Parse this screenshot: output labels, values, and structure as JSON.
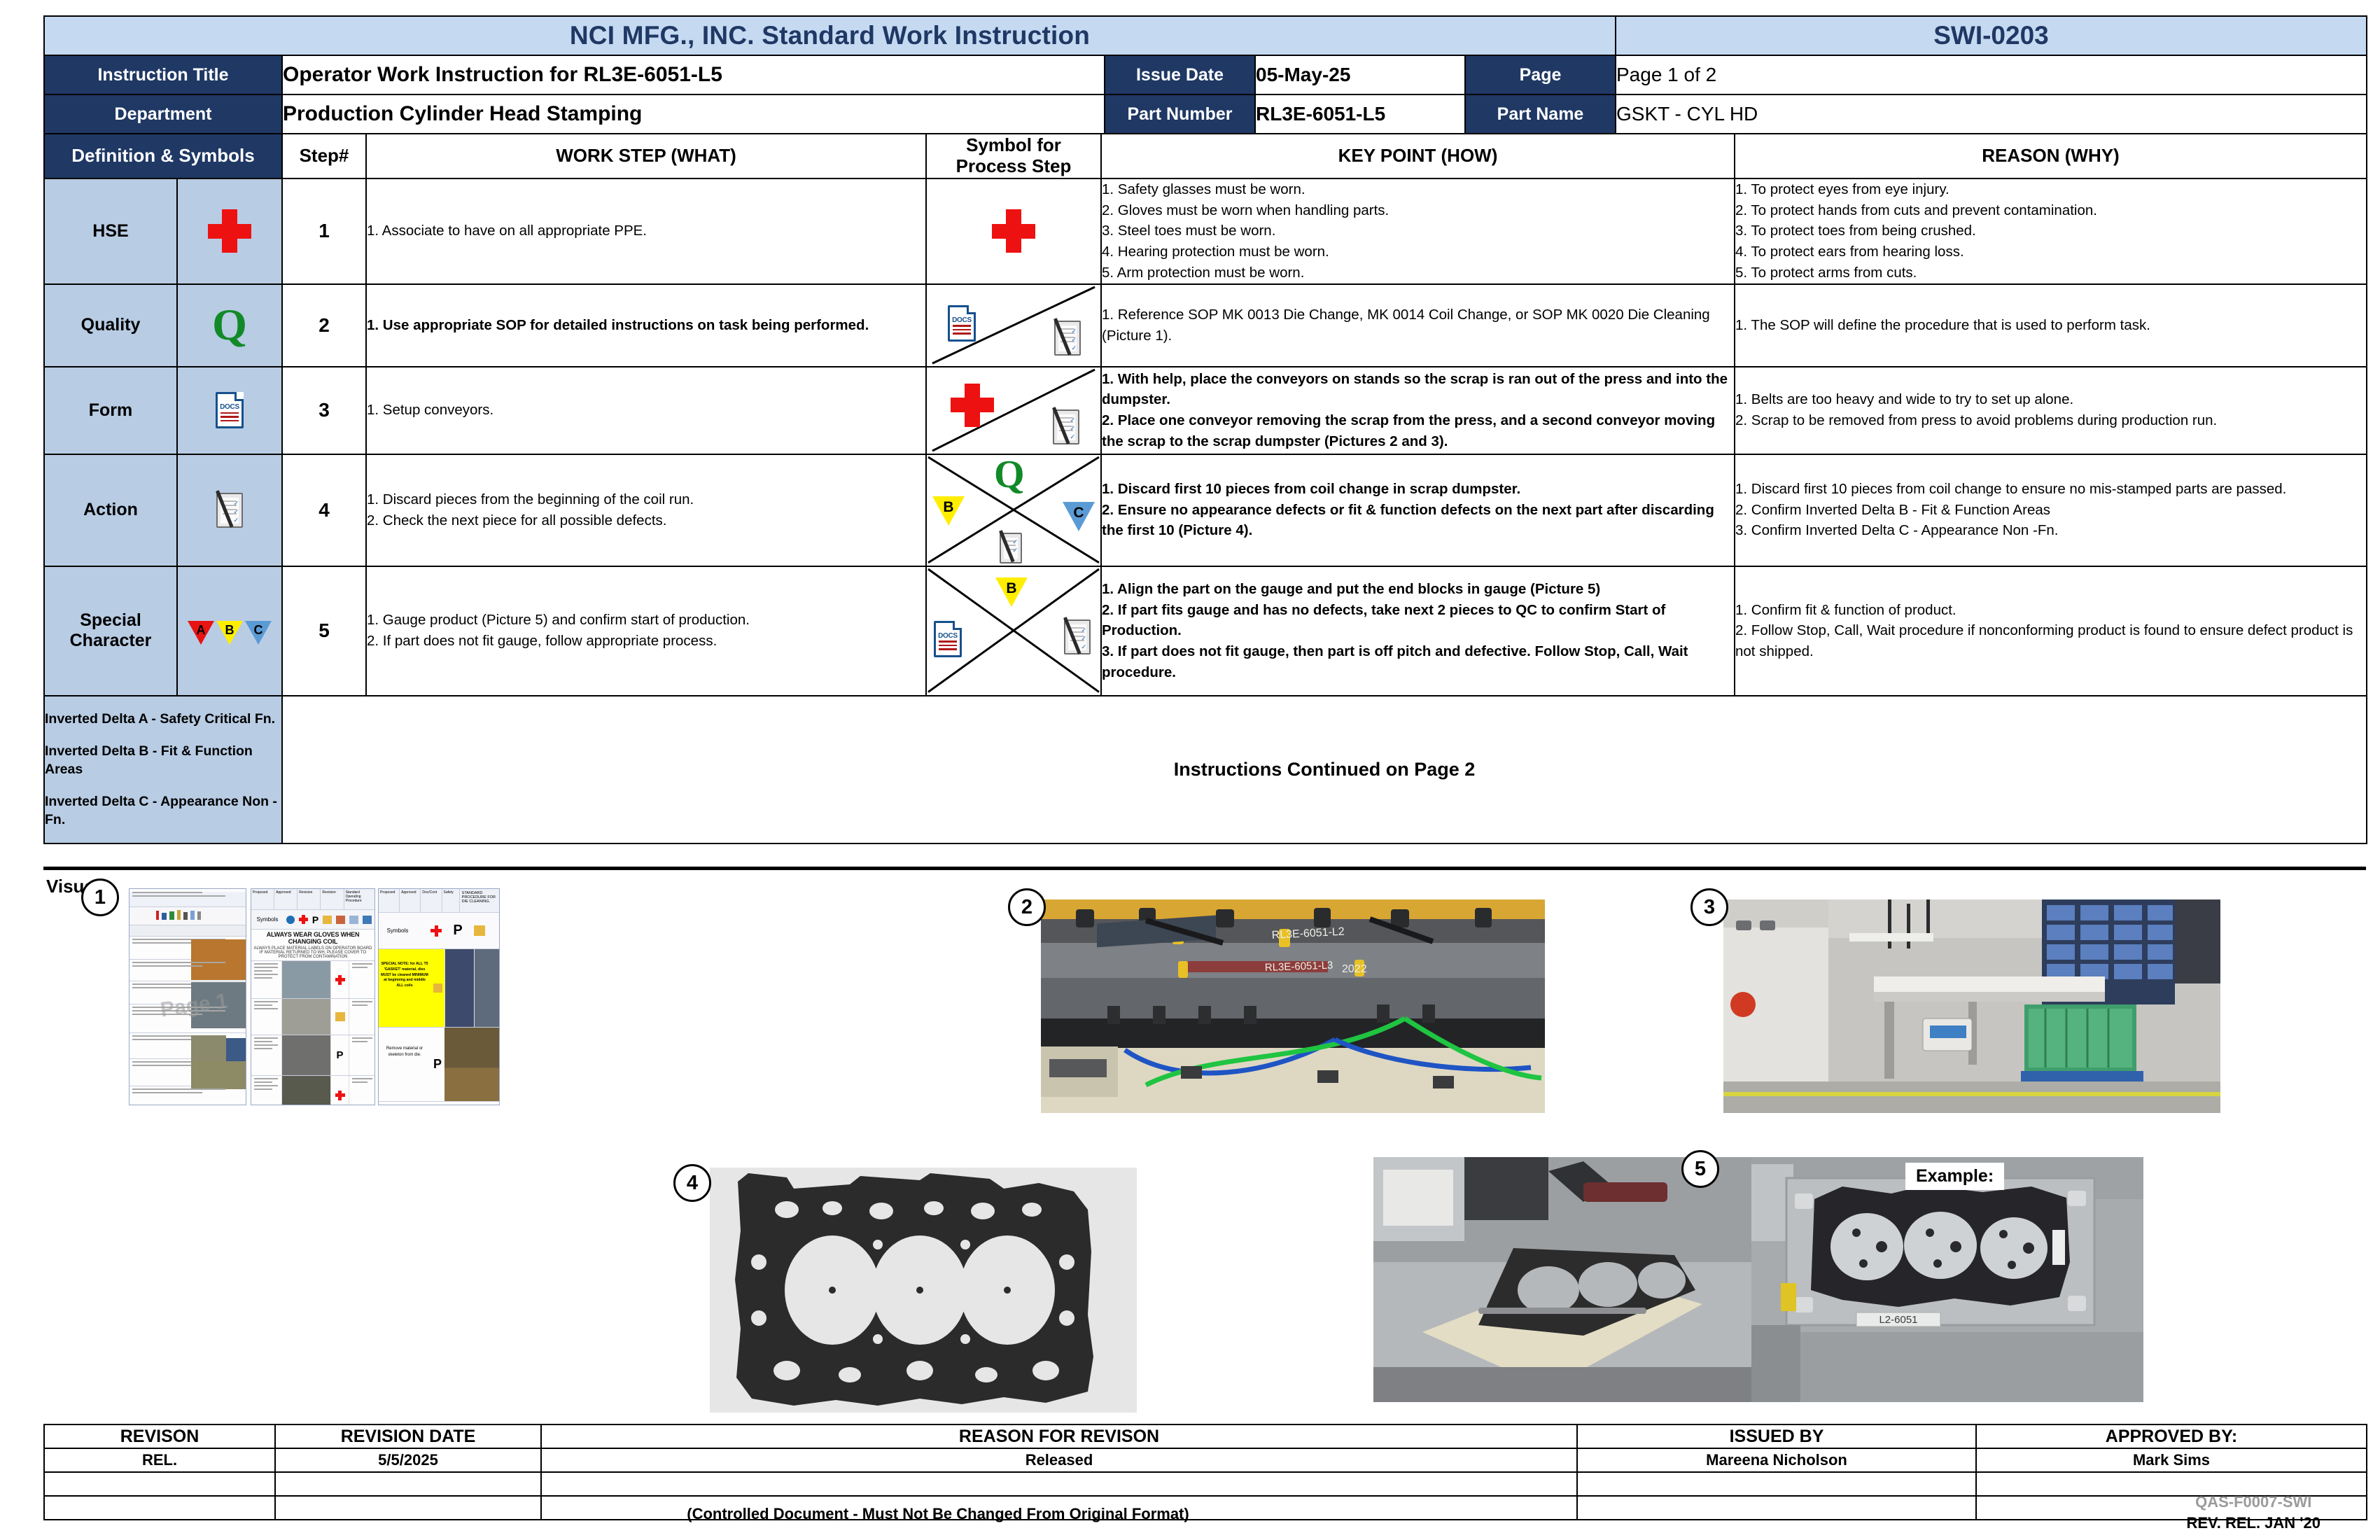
{
  "header": {
    "title": "NCI MFG., INC. Standard Work Instruction",
    "doc_number": "SWI-0203",
    "instruction_title_label": "Instruction Title",
    "instruction_title_value": "Operator Work Instruction for RL3E-6051-L5",
    "issue_date_label": "Issue Date",
    "issue_date_value": "05-May-25",
    "page_label": "Page",
    "page_value": "Page 1 of 2",
    "department_label": "Department",
    "department_value": "Production Cylinder Head Stamping",
    "part_number_label": "Part Number",
    "part_number_value": "RL3E-6051-L5",
    "part_name_label": "Part Name",
    "part_name_value": "GSKT - CYL HD"
  },
  "columns": {
    "definition_symbols": "Definition & Symbols",
    "step_num": "Step#",
    "work_step": "WORK STEP (WHAT)",
    "symbol_for_process_step": "Symbol for\nProcess Step",
    "symbol_line1": "Symbol for",
    "symbol_line2": "Process Step",
    "key_point": "KEY POINT (HOW)",
    "reason": "REASON (WHY)"
  },
  "steps": [
    {
      "definition": "HSE",
      "definition_icon": "red-cross-icon",
      "step": "1",
      "work_step": "1. Associate to have on all appropriate PPE.",
      "work_step_bold": false,
      "symbols": [
        "red-cross-icon"
      ],
      "key_point": "1. Safety glasses must be worn.\n2. Gloves must be worn when handling parts.\n3. Steel toes must be worn.\n4. Hearing protection must be worn.\n5. Arm protection must be worn.",
      "key_point_bold": false,
      "reason": "1. To protect eyes from eye injury.\n2. To protect hands from cuts and prevent contamination.\n3. To protect toes from being crushed.\n4. To protect ears from hearing loss.\n5. To protect arms from cuts."
    },
    {
      "definition": "Quality",
      "definition_icon": "green-q-icon",
      "step": "2",
      "work_step": "1. Use appropriate SOP for detailed instructions on task being performed.",
      "work_step_bold": true,
      "symbols": [
        "docs-icon",
        "clipboard-pen-icon"
      ],
      "key_point": "1. Reference SOP MK 0013 Die Change, MK 0014 Coil Change, or SOP MK 0020 Die Cleaning  (Picture 1).",
      "key_point_bold": false,
      "reason": "1. The SOP will define the procedure that is used to perform task."
    },
    {
      "definition": "Form",
      "definition_icon": "docs-icon",
      "step": "3",
      "work_step": "1. Setup conveyors.",
      "work_step_bold": false,
      "symbols": [
        "red-cross-icon",
        "clipboard-pen-icon"
      ],
      "key_point": "1. With help, place the conveyors on stands so the scrap is ran out of the press and into the dumpster.\n2. Place one conveyor removing the scrap from the press, and a second conveyor moving the scrap to the scrap dumpster (Pictures 2 and 3).",
      "key_point_bold": true,
      "reason": "1. Belts are too heavy and wide to try to set up alone.\n2. Scrap to be removed from press to avoid problems during production run."
    },
    {
      "definition": "Action",
      "definition_icon": "clipboard-pen-icon",
      "step": "4",
      "work_step": "1. Discard pieces from the beginning of the coil run.\n2. Check the next piece for all possible defects.",
      "work_step_bold": false,
      "symbols": [
        "green-q-icon",
        "triangle-b-icon",
        "triangle-c-icon",
        "clipboard-pen-icon"
      ],
      "key_point": "1. Discard first 10 pieces from coil change in scrap dumpster.\n2. Ensure no appearance defects or fit & function defects on the next part after discarding the first 10 (Picture 4).",
      "key_point_bold": true,
      "reason": "1. Discard first 10 pieces from coil change to ensure no mis-stamped parts are passed.\n2. Confirm Inverted Delta B - Fit & Function Areas\n3. Confirm Inverted Delta C  - Appearance Non -Fn."
    },
    {
      "definition": "Special Character",
      "definition_icon": "triangles-abc-icon",
      "step": "5",
      "work_step": "1. Gauge product (Picture 5) and confirm start of production.\n2. If part does not fit gauge, follow appropriate process.",
      "work_step_bold": false,
      "symbols": [
        "triangle-b-icon",
        "docs-icon",
        "clipboard-pen-icon"
      ],
      "key_point": "1. Align the part on the gauge and put the end blocks in gauge (Picture 5)\n2. If part fits gauge and has no defects, take next 2 pieces to QC to confirm Start of Production.\n3. If part does not fit gauge, then part is off pitch and defective. Follow Stop, Call, Wait procedure.",
      "key_point_bold": true,
      "reason": "1. Confirm fit & function of product.\n2. Follow Stop, Call, Wait procedure if nonconforming product is found to ensure defect product is not shipped."
    }
  ],
  "delta_notes": "Inverted Delta A - Safety Critical Fn.\nInverted Delta B - Fit & Function Areas\nInverted Delta C  - Appearance Non -Fn.",
  "continued_text": "Instructions Continued on Page 2",
  "visuals": {
    "label": "Visuals",
    "badges": [
      "1",
      "2",
      "3",
      "4",
      "5"
    ],
    "example_label": "Example:",
    "picture1": {
      "sheet2_banner": "ALWAYS WEAR GLOVES WHEN CHANGING COIL",
      "sheet2_sub1": "ALWAYS PLACE MATERIAL LABELS ON OPERATOR BOARD",
      "sheet2_sub2": "IF MATERIAL RETURNED TO WH, PLEASE COVER TO PROTECT FROM CONTAMINATION",
      "sheet2_symbols_label": "Symbols",
      "sheet3_title": "STANDARD PROCEDURE FOR DIE CLEANING.",
      "sheet3_symbols_label": "Symbols",
      "sheet3_yellow_note": "SPECIAL NOTE: for ALL T5 'GASKET' material, dies MUST be cleaned MINIMUM at beginning and middle ALL coils",
      "sheet3_row2_text": "Remove material or skeleton from die.",
      "sheet1_watermark": "Page 1"
    }
  },
  "revision": {
    "headers": [
      "REVISON",
      "REVISION DATE",
      "REASON FOR REVISON",
      "ISSUED BY",
      "APPROVED BY:"
    ],
    "rows": [
      {
        "revision": "REL.",
        "date": "5/5/2025",
        "reason": "Released",
        "issued_by": "Mareena Nicholson",
        "approved_by": "Mark Sims"
      },
      {
        "revision": "",
        "date": "",
        "reason": "",
        "issued_by": "",
        "approved_by": ""
      },
      {
        "revision": "",
        "date": "",
        "reason": "",
        "issued_by": "",
        "approved_by": ""
      }
    ]
  },
  "footer": {
    "controlled_note": "(Controlled Document - Must Not Be Changed From Original Format)",
    "doc_code": "QAS-F0007-SWI",
    "rev_note": "REV. REL. JAN '20"
  },
  "colors": {
    "navy": "#1f3864",
    "light_blue": "#c5d9f1",
    "body_blue": "#b8cce4",
    "red": "#ee1111",
    "green": "#128a28",
    "yellow": "#ffee00",
    "blue_tri": "#5b9bd5"
  }
}
